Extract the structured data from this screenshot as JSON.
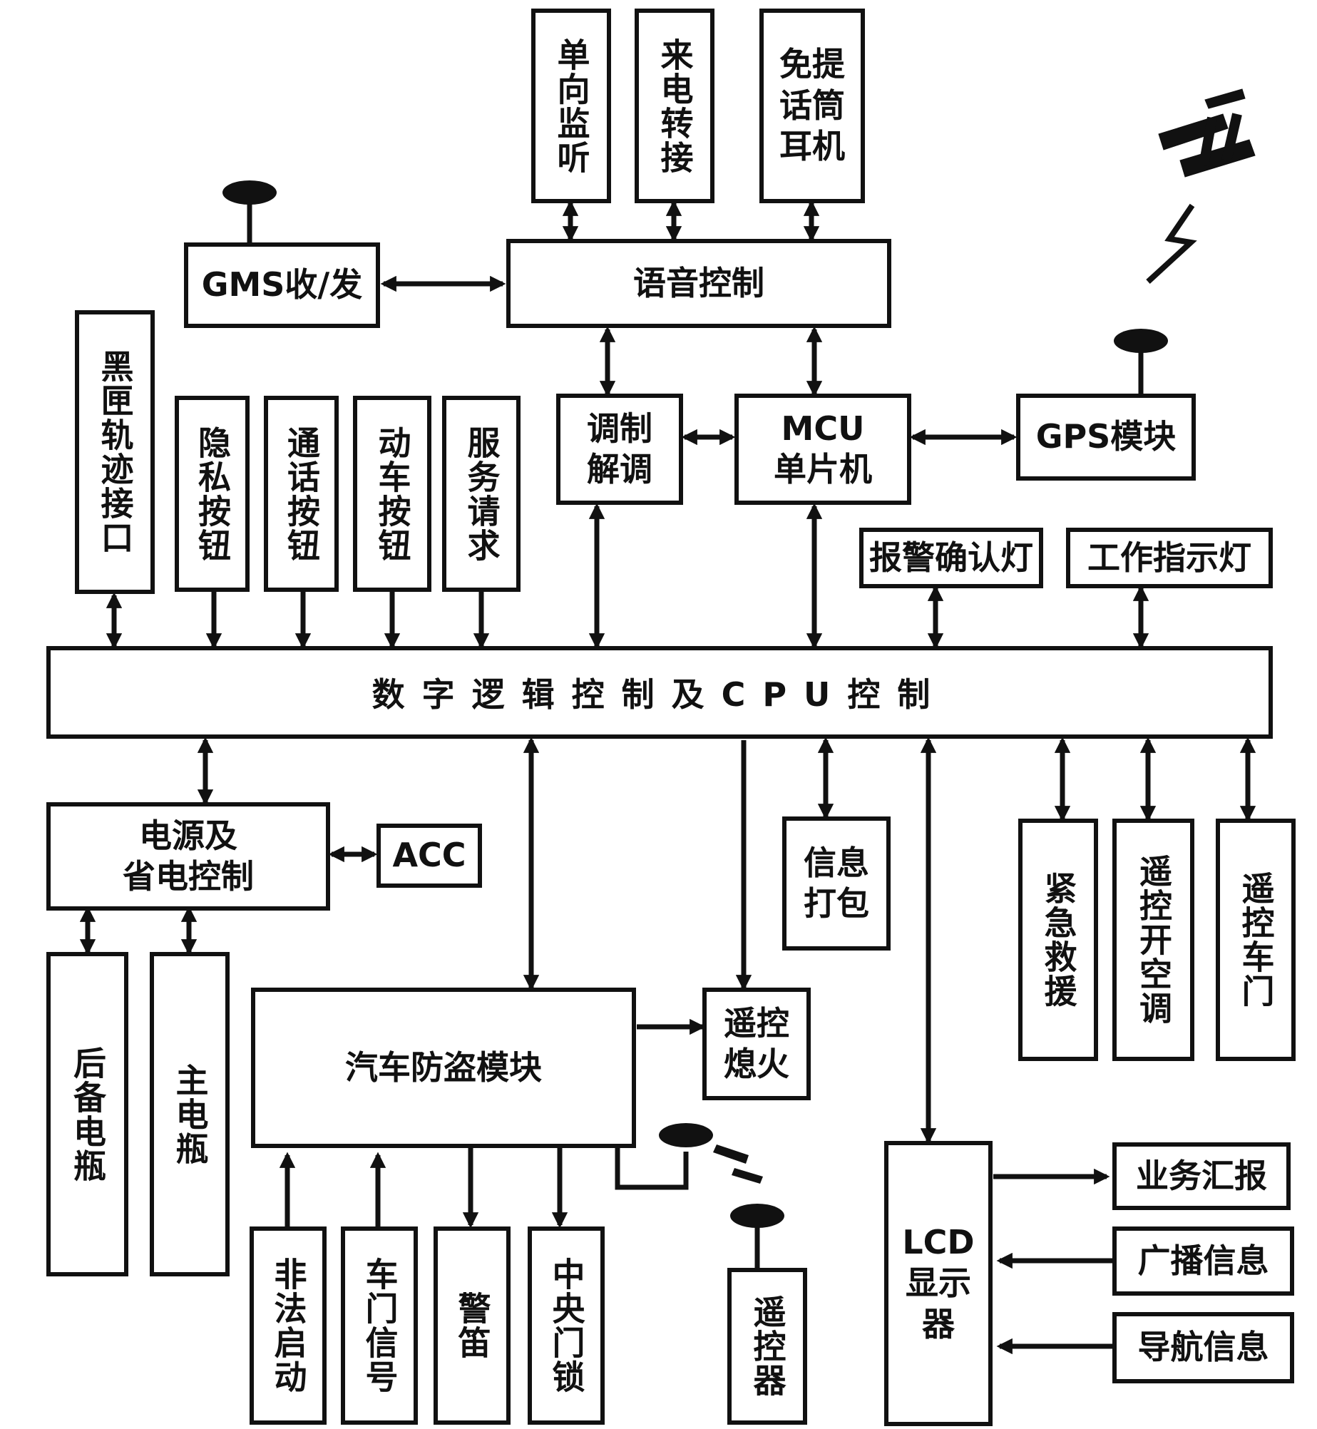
{
  "nodes": {
    "one_way_monitor": "单向监听",
    "call_forward": "来电转接",
    "handsfree": "免提\n话筒\n耳机",
    "gms": "GMS收/发",
    "voice_control": "语音控制",
    "black_box": "黑匣轨迹接口",
    "privacy_button": "隐私按钮",
    "call_button": "通话按钮",
    "move_button": "动车按钮",
    "service_request": "服务请求",
    "modem": "调制\n解调",
    "mcu": "MCU\n单片机",
    "gps": "GPS模块",
    "alarm_lamp": "报警确认灯",
    "work_lamp": "工作指示灯",
    "bus": "数字逻辑控制及CPU控制",
    "power": "电源及\n省电控制",
    "acc": "ACC",
    "backup_battery": "后备电瓶",
    "main_battery": "主电瓶",
    "info_pack": "信息\n打包",
    "emergency": "紧急救援",
    "remote_ac": "遥控开空调",
    "remote_door": "遥控车门",
    "antitheft": "汽车防盗模块",
    "remote_flameout": "遥控\n熄火",
    "lcd": "LCD\n显示\n器",
    "business_report": "业务汇报",
    "broadcast": "广播信息",
    "navigation": "导航信息",
    "illegal_start": "非法启动",
    "door_signal": "车门信号",
    "siren": "警笛",
    "central_lock": "中央门锁",
    "remote_controller": "遥控器"
  }
}
